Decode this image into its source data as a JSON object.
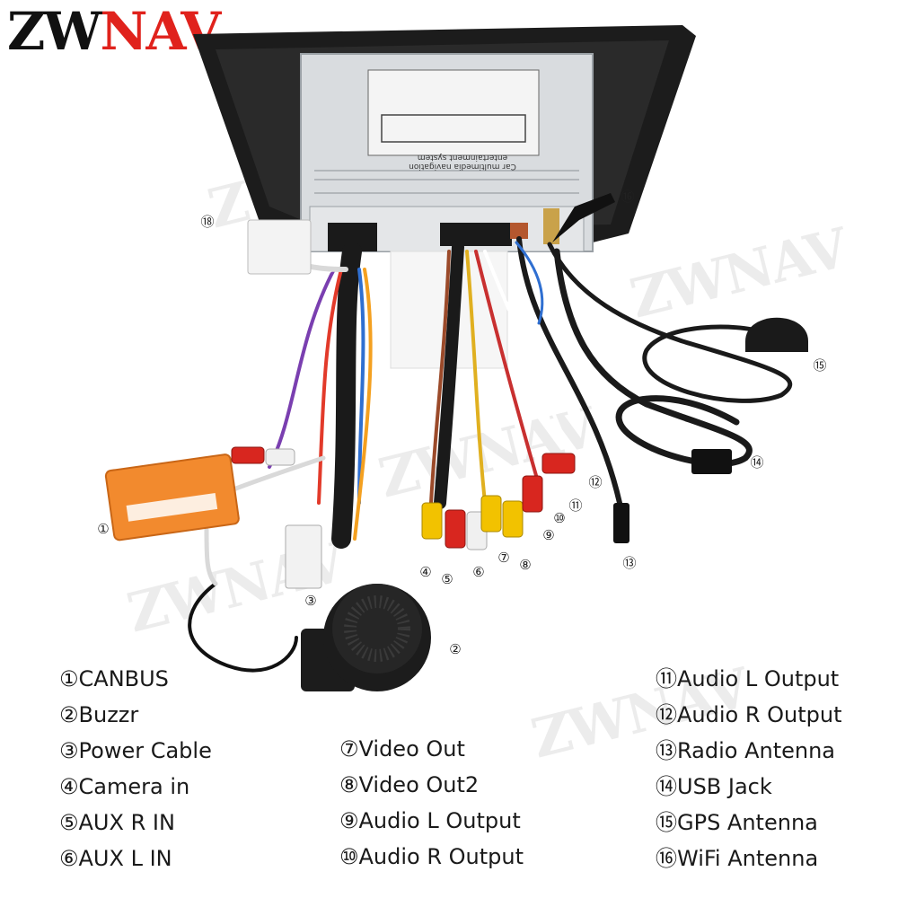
{
  "brand": {
    "part1": "ZW",
    "part2": "NAV"
  },
  "watermark_text": "ZWNAV",
  "callouts": {
    "c1": "①",
    "c2": "②",
    "c3": "③",
    "c4": "④",
    "c5": "⑤",
    "c6": "⑥",
    "c7": "⑦",
    "c8": "⑧",
    "c9": "⑨",
    "c10": "⑩",
    "c11": "⑪",
    "c12": "⑫",
    "c13": "⑬",
    "c14": "⑭",
    "c15": "⑮",
    "c16": "⑯",
    "c18": "⑱"
  },
  "unit_label": "Car multimedia navigation entertainment system",
  "legend": {
    "col1": [
      "①CANBUS",
      "②Buzzr",
      "③Power Cable",
      "④Camera in",
      "⑤AUX R IN",
      "⑥AUX L IN"
    ],
    "col2": [
      "⑦Video Out",
      "⑧Video Out2",
      "⑨Audio L Output",
      "⑩Audio R Output"
    ],
    "col3": [
      "⑪Audio L Output",
      "⑫Audio R Output",
      "⑬Radio Antenna",
      "⑭USB Jack",
      "⑮GPS Antenna",
      "⑯WiFi Antenna"
    ]
  },
  "colors": {
    "brand_red": "#e0221c",
    "canbus_box": "#f28a2e",
    "unit_metal": "#d9dcdf",
    "cable_black": "#1a1a1a",
    "rca_yellow": "#f2c200",
    "rca_red": "#d8261f",
    "rca_white": "#f0f0f0"
  }
}
